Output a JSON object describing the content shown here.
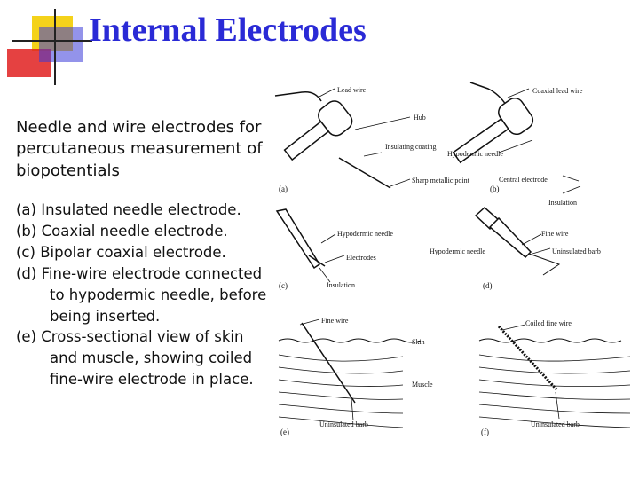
{
  "slide": {
    "title": "Internal Electrodes",
    "intro": "Needle and wire electrodes for percutaneous measurement of biopotentials",
    "items": [
      {
        "label": "(a)",
        "lines": [
          "Insulated needle electrode."
        ]
      },
      {
        "label": "(b)",
        "lines": [
          "Coaxial needle electrode."
        ]
      },
      {
        "label": "(c)",
        "lines": [
          "Bipolar coaxial electrode."
        ]
      },
      {
        "label": "(d)",
        "lines": [
          "Fine-wire electrode connected",
          "to hypodermic needle, before",
          "being inserted."
        ]
      },
      {
        "label": "(e)",
        "lines": [
          "Cross-sectional view of skin",
          "and muscle, showing coiled",
          "fine-wire electrode in place."
        ]
      }
    ]
  },
  "figure": {
    "panels": [
      {
        "tag": "(a)",
        "callouts": [
          "Lead wire",
          "Hub",
          "Insulating coating",
          "Sharp metallic point"
        ]
      },
      {
        "tag": "(b)",
        "callouts": [
          "Coaxial lead wire",
          "Hypodermic needle",
          "Central electrode",
          "Insulation"
        ]
      },
      {
        "tag": "(c)",
        "callouts": [
          "Hypodermic needle",
          "Electrodes",
          "Insulation"
        ]
      },
      {
        "tag": "(d)",
        "callouts": [
          "Fine wire",
          "Hypodermic needle",
          "Uninsulated barb"
        ]
      },
      {
        "tag": "(e)",
        "callouts": [
          "Fine wire",
          "Skin",
          "Muscle",
          "Uninsulated barb"
        ]
      },
      {
        "tag": "(f)",
        "callouts": [
          "Coiled fine wire",
          "Uninsulated barb"
        ]
      }
    ]
  },
  "colors": {
    "title": "#2a2ad6",
    "logo_red": "#e02020",
    "logo_yellow": "#f4d21a",
    "logo_blue": "#3a3ad8"
  },
  "icons": {
    "logo": "slide-corner-logo"
  }
}
